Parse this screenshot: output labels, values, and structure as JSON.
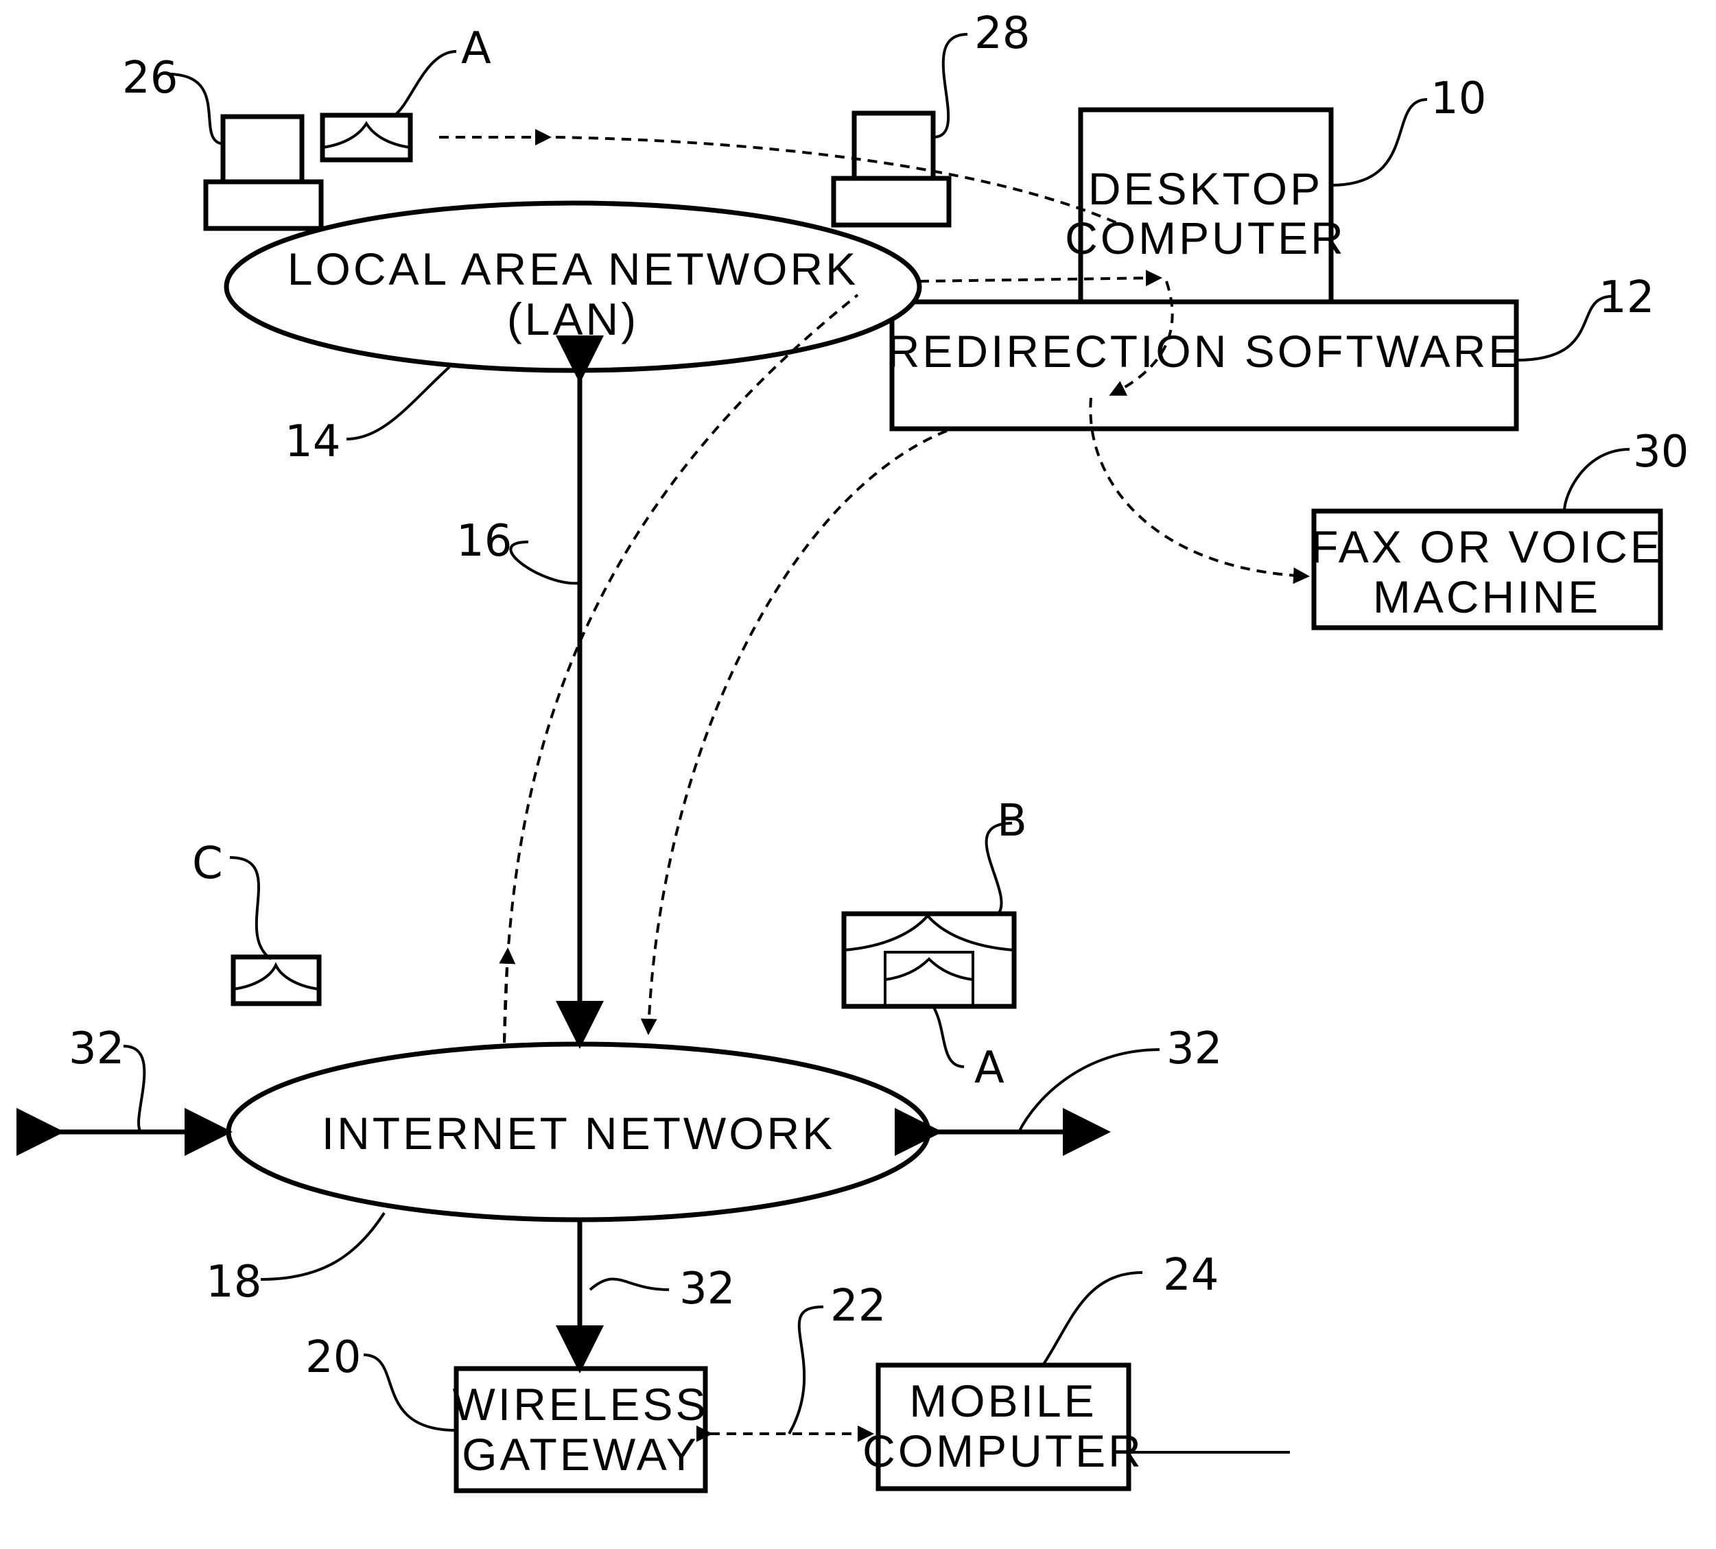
{
  "nodes": {
    "desktop": [
      "DESKTOP",
      "COMPUTER"
    ],
    "redirection": "REDIRECTION SOFTWARE",
    "lan": [
      "LOCAL AREA NETWORK",
      "(LAN)"
    ],
    "fax": [
      "FAX OR VOICE",
      "MACHINE"
    ],
    "internet": "INTERNET NETWORK",
    "gateway": [
      "WIRELESS",
      "GATEWAY"
    ],
    "mobile": [
      "MOBILE",
      "COMPUTER"
    ]
  },
  "refs": {
    "r10": "10",
    "r12": "12",
    "r14": "14",
    "r16": "16",
    "r18": "18",
    "r20": "20",
    "r22": "22",
    "r24": "24",
    "r26": "26",
    "r28": "28",
    "r30": "30",
    "r32a": "32",
    "r32b": "32",
    "r32c": "32",
    "msgA1": "A",
    "msgA2": "A",
    "msgB": "B",
    "msgC": "C"
  }
}
